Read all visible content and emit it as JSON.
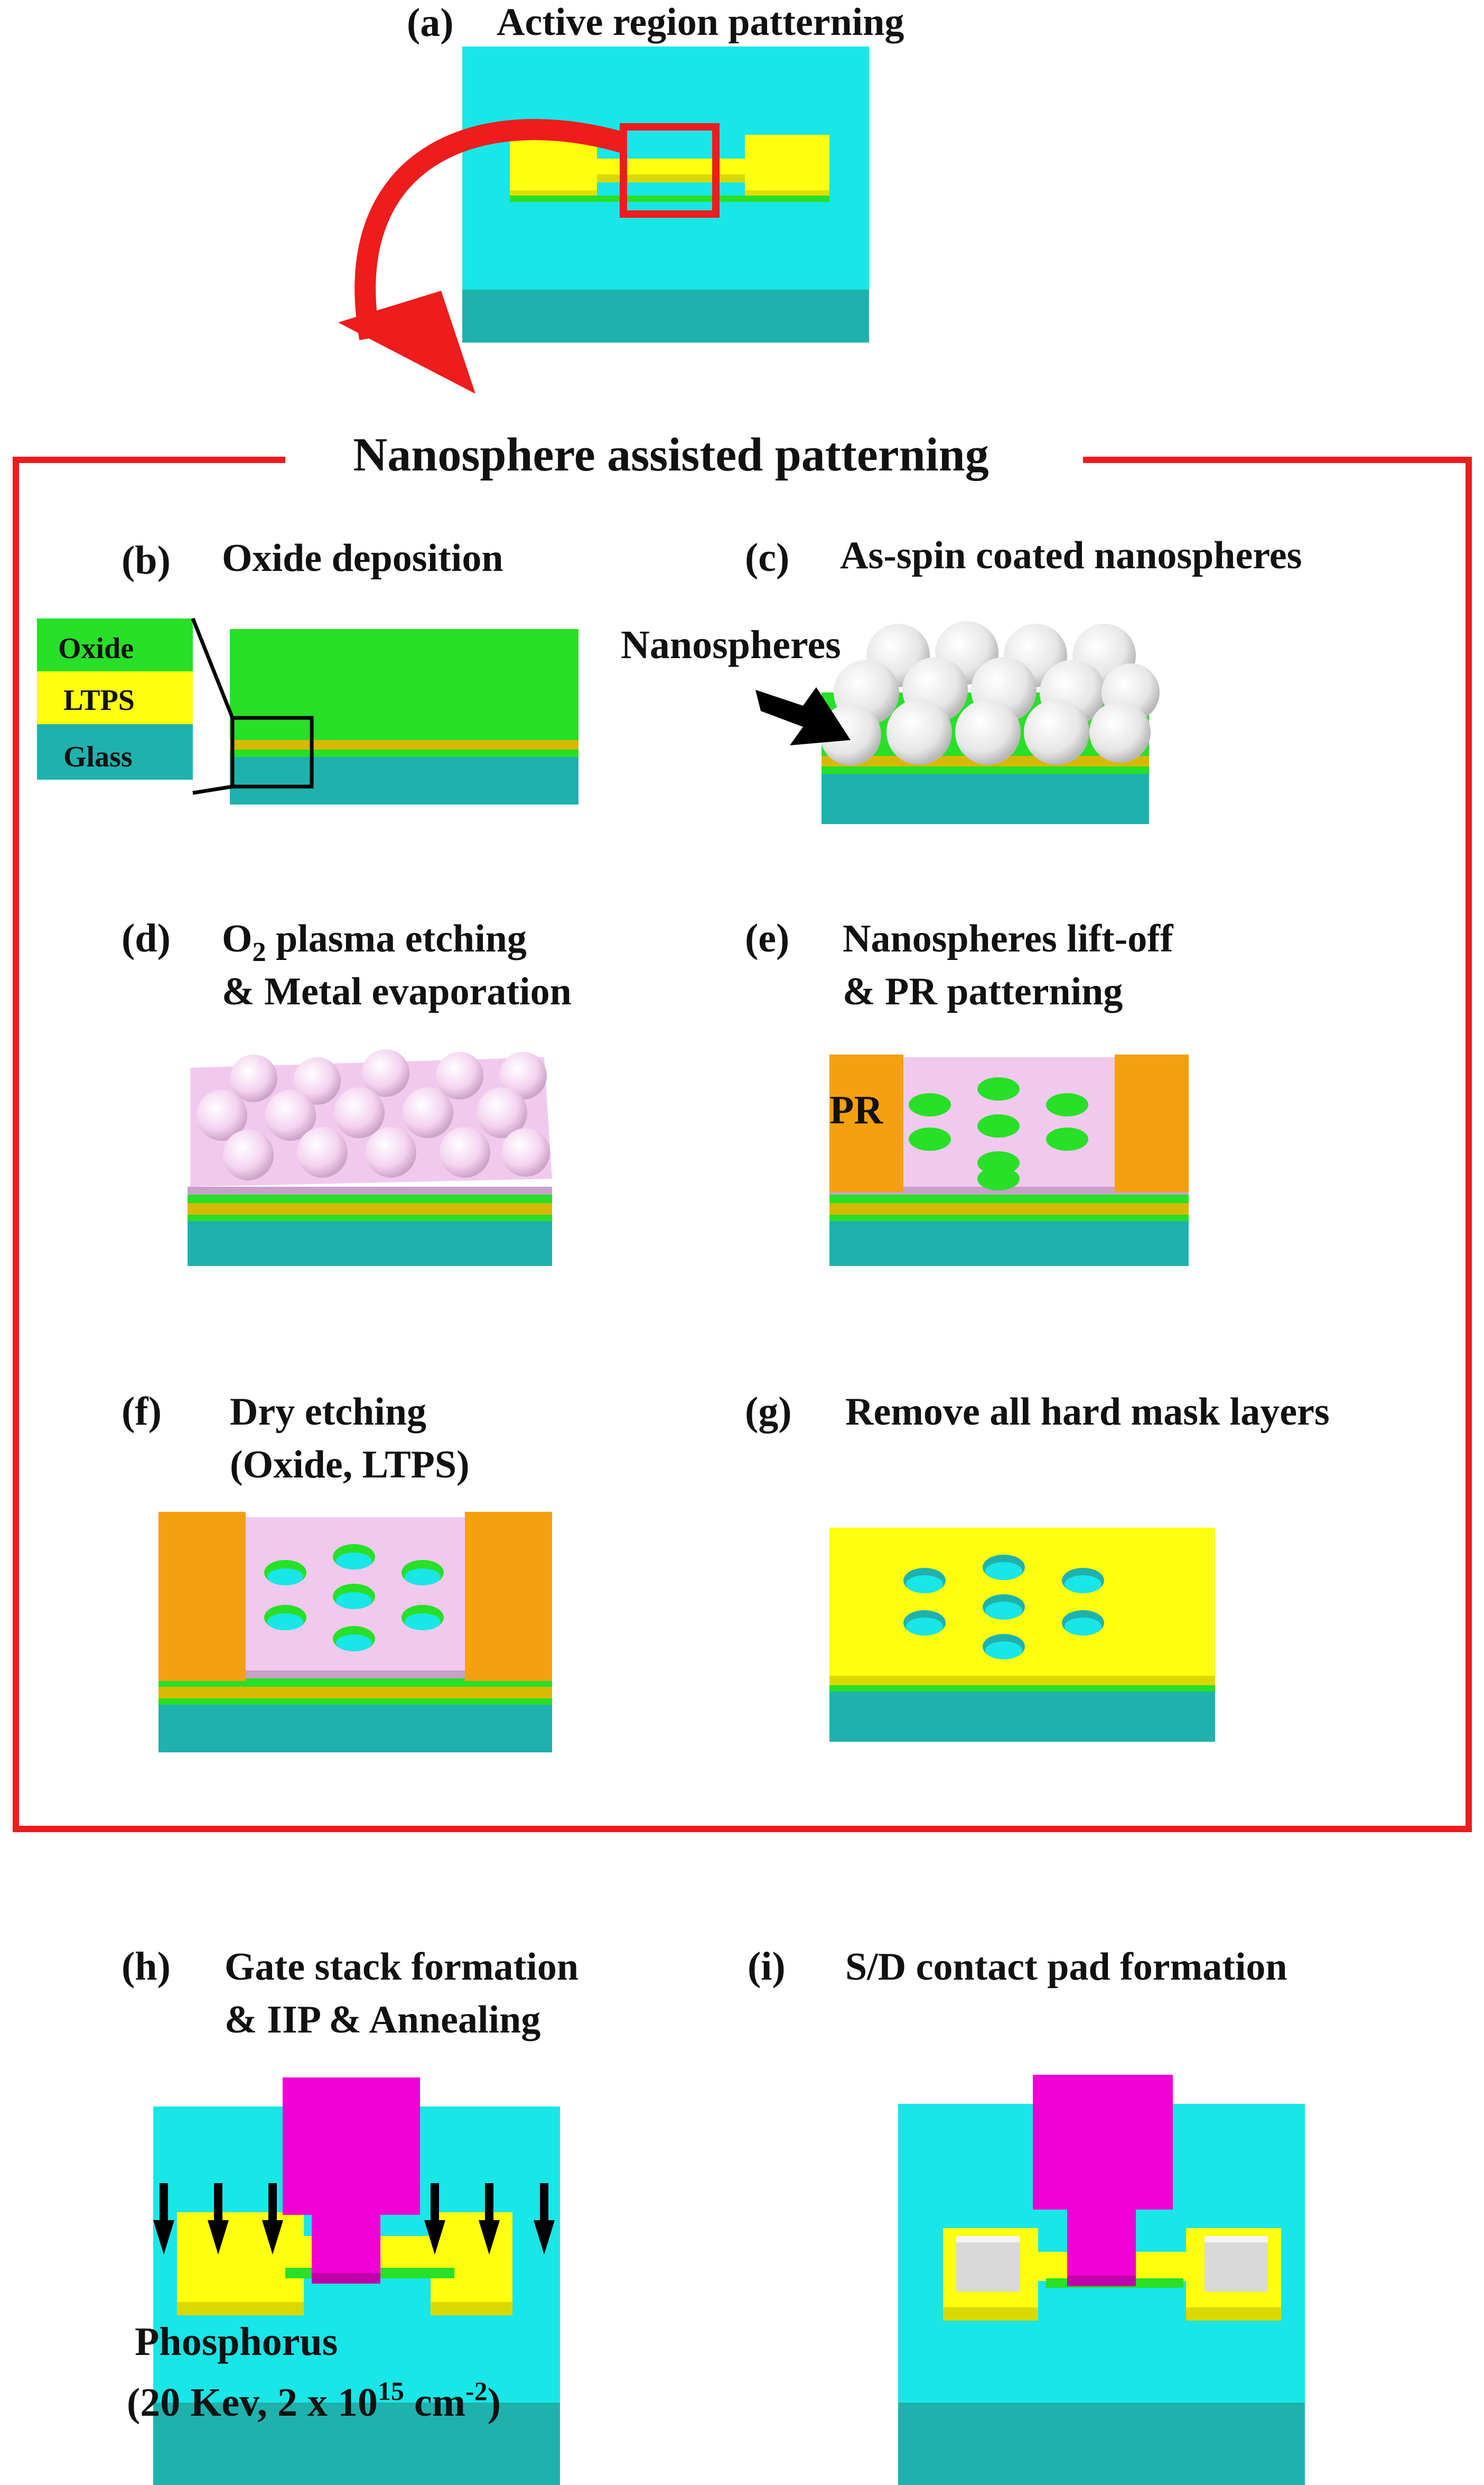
{
  "colors": {
    "cyan": "#19e6e6",
    "teal": "#1fb2ad",
    "yellow": "#ffff0f",
    "green": "#27e027",
    "orange": "#f5a00f",
    "magenta": "#f000d4",
    "pink": "#f2c9ee",
    "red": "#ee1c1c",
    "black": "#000000",
    "white": "#f4f4f4",
    "gray": "#d9d9d9"
  },
  "panels": {
    "a": {
      "label": "(a)",
      "caption": "Active region patterning"
    },
    "box_title": "Nanosphere assisted patterning",
    "b": {
      "label": "(b)",
      "caption": "Oxide deposition",
      "legend": [
        "Oxide",
        "LTPS",
        "Glass"
      ]
    },
    "c": {
      "label": "(c)",
      "caption": "As-spin coated nanospheres",
      "annotation": "Nanospheres"
    },
    "d": {
      "label": "(d)",
      "caption_line1_main": "O",
      "caption_line1_sub": "2",
      "caption_line1_rest": " plasma etching",
      "caption_line2": "& Metal evaporation"
    },
    "e": {
      "label": "(e)",
      "caption_line1": "Nanospheres lift-off",
      "caption_line2": "& PR patterning",
      "annotation": "PR"
    },
    "f": {
      "label": "(f)",
      "caption_line1": "Dry etching",
      "caption_line2": "(Oxide, LTPS)"
    },
    "g": {
      "label": "(g)",
      "caption": "Remove all hard mask layers"
    },
    "h": {
      "label": "(h)",
      "caption_line1": "Gate stack formation",
      "caption_line2": "& IIP & Annealing",
      "note_line1": "Phosphorus",
      "note_line2_a": "(20 Kev, 2 x 10",
      "note_line2_sup1": "15",
      "note_line2_b": " cm",
      "note_line2_sup2": "-2",
      "note_line2_c": ")"
    },
    "i": {
      "label": "(i)",
      "caption": "S/D contact pad formation"
    }
  }
}
